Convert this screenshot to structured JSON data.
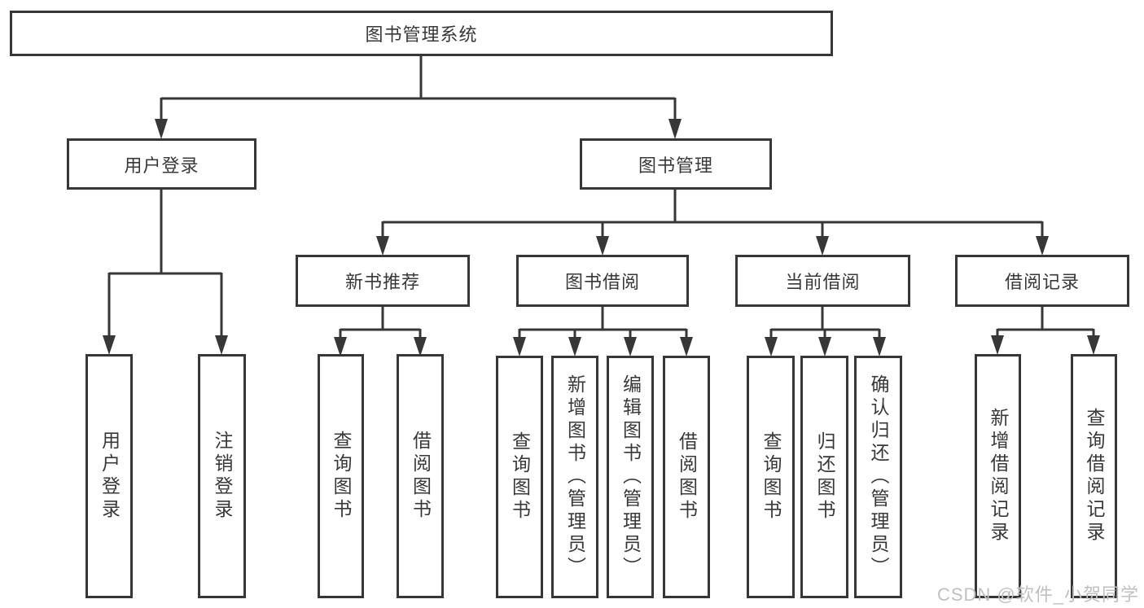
{
  "diagram": {
    "root": {
      "label": "图书管理系统"
    },
    "branches": [
      {
        "label": "用户登录",
        "children": [
          {
            "label": "用户登录"
          },
          {
            "label": "注销登录"
          }
        ]
      },
      {
        "label": "图书管理",
        "children": [
          {
            "label": "新书推荐",
            "children": [
              {
                "label": "查询图书"
              },
              {
                "label": "借阅图书"
              }
            ]
          },
          {
            "label": "图书借阅",
            "children": [
              {
                "label": "查询图书"
              },
              {
                "label": "新增图书（管理员）"
              },
              {
                "label": "编辑图书（管理员）"
              },
              {
                "label": "借阅图书"
              }
            ]
          },
          {
            "label": "当前借阅",
            "children": [
              {
                "label": "查询图书"
              },
              {
                "label": "归还图书"
              },
              {
                "label": "确认归还（管理员）"
              }
            ]
          },
          {
            "label": "借阅记录",
            "children": [
              {
                "label": "新增借阅记录"
              },
              {
                "label": "查询借阅记录"
              }
            ]
          }
        ]
      }
    ]
  },
  "watermark": {
    "text": "CSDN @软件_小贺同学"
  },
  "colors": {
    "line": "#373737",
    "text": "#383838",
    "background": "#ffffff",
    "watermark": "#c0c0c0"
  }
}
